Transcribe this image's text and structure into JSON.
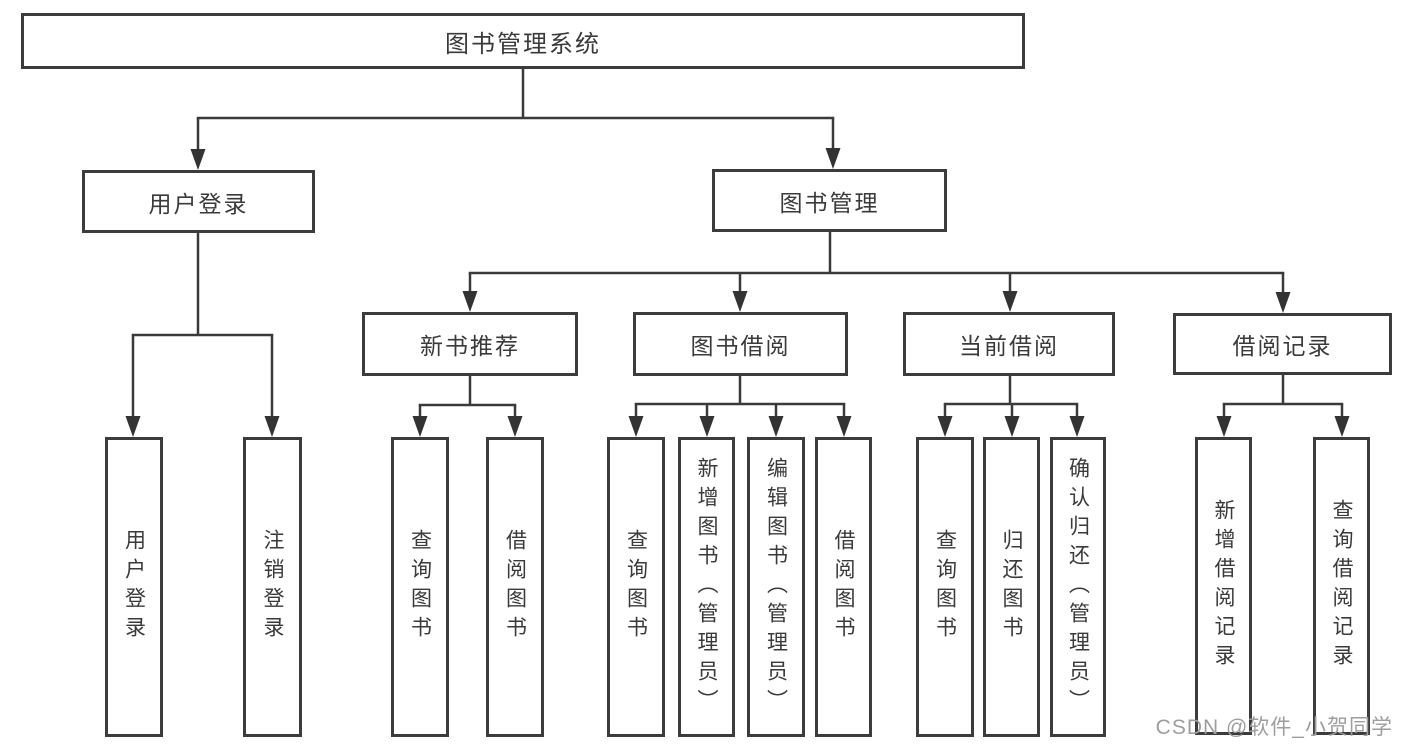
{
  "tree": {
    "root": "图书管理系统",
    "branches": [
      {
        "label": "用户登录",
        "children": [
          "用户登录",
          "注销登录"
        ]
      },
      {
        "label": "图书管理",
        "children": [
          {
            "label": "新书推荐",
            "children": [
              "查询图书",
              "借阅图书"
            ]
          },
          {
            "label": "图书借阅",
            "children": [
              "查询图书",
              "新增图书（管理员）",
              "编辑图书（管理员）",
              "借阅图书"
            ]
          },
          {
            "label": "当前借阅",
            "children": [
              "查询图书",
              "归还图书",
              "确认归还（管理员）"
            ]
          },
          {
            "label": "借阅记录",
            "children": [
              "新增借阅记录",
              "查询借阅记录"
            ]
          }
        ]
      }
    ]
  },
  "watermark": {
    "text": "CSDN @软件_小贺同学"
  },
  "colors": {
    "line": "#3a3a3a",
    "box_border": "#3c3c3c",
    "text": "#3a3a3a",
    "background": "#ffffff",
    "watermark": "#9e9e9e"
  }
}
